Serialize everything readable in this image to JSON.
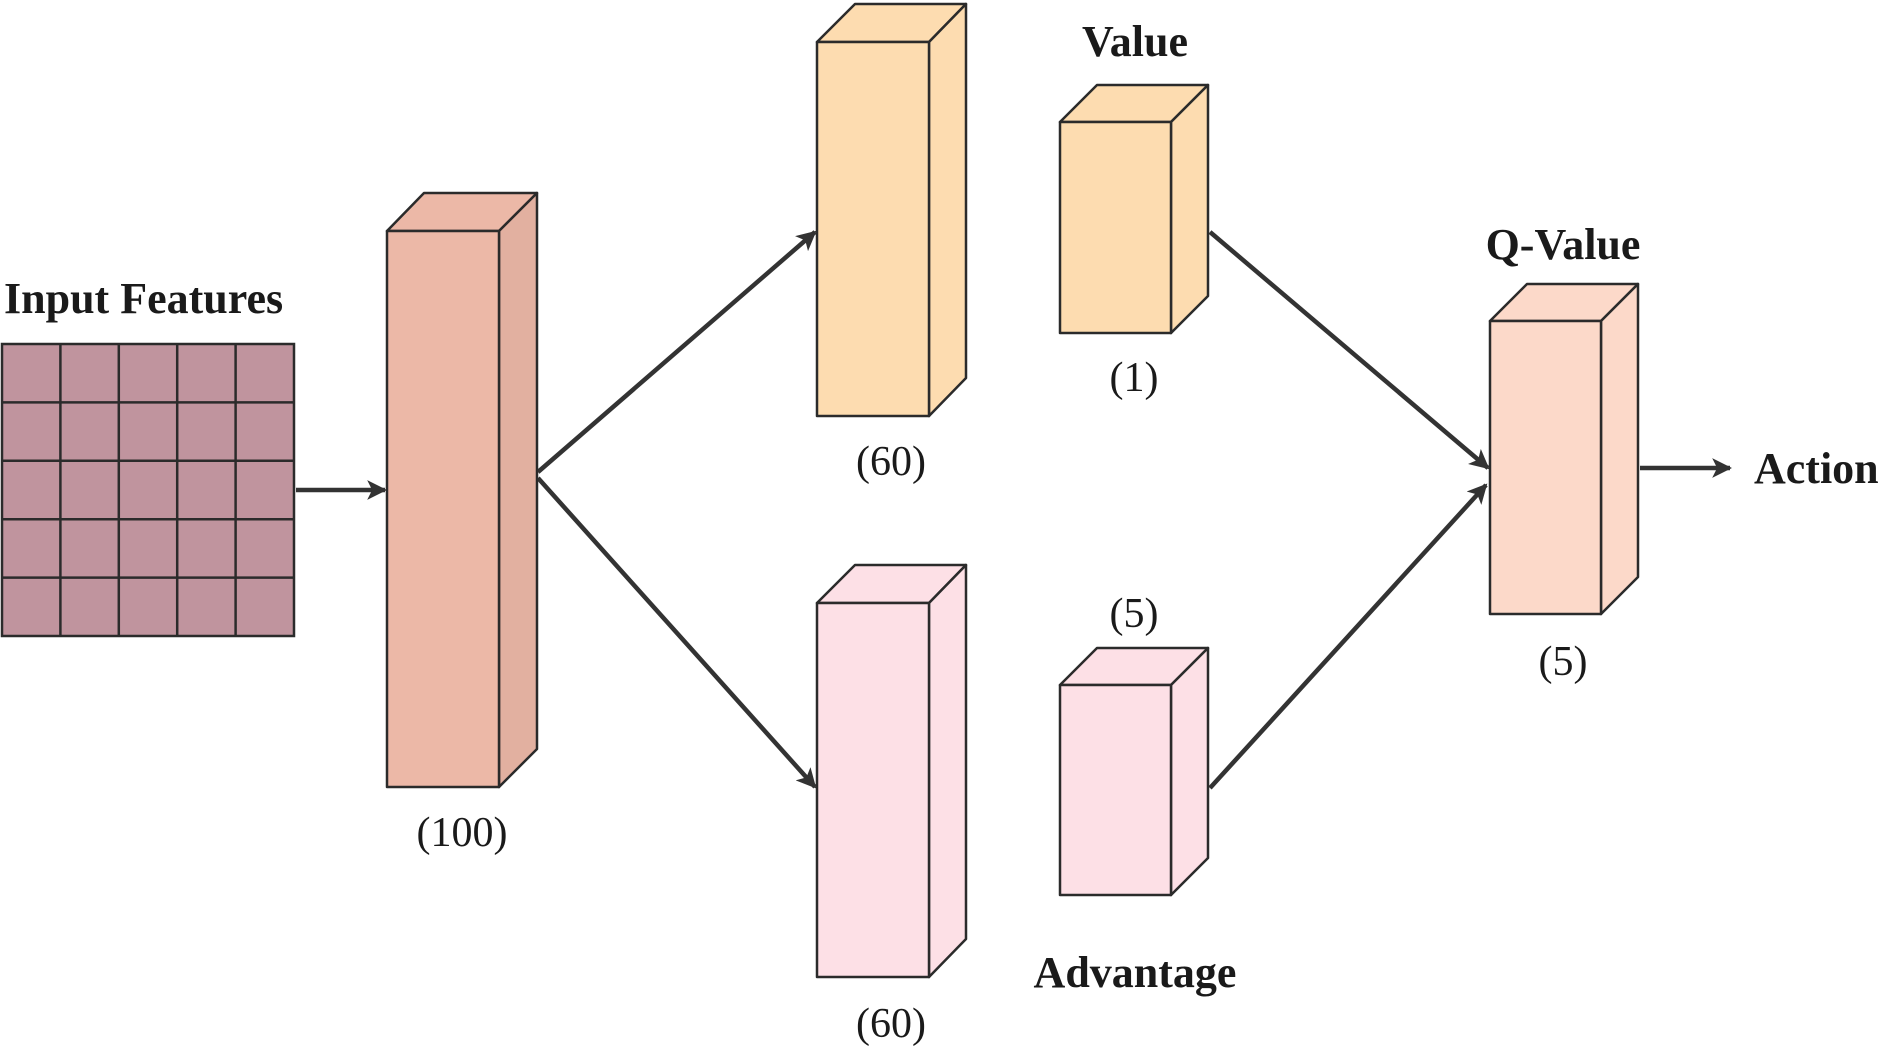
{
  "labels": {
    "input": "Input Features",
    "value": "Value",
    "advantage": "Advantage",
    "qvalue": "Q-Value",
    "action": "Action"
  },
  "sizes": {
    "hidden": "(100)",
    "value_stream": "(60)",
    "advantage_stream": "(60)",
    "value_out": "(1)",
    "advantage_out": "(5)",
    "qvalue": "(5)"
  },
  "input_grid": {
    "rows": 5,
    "cols": 5
  },
  "colors": {
    "input_grid": "#c0949e",
    "hidden": "#ecb8a7",
    "value_stream": "#fddcb0",
    "advantage_stream": "#fde0e6",
    "qvalue": "#fcd9c9",
    "line": "#333333"
  }
}
